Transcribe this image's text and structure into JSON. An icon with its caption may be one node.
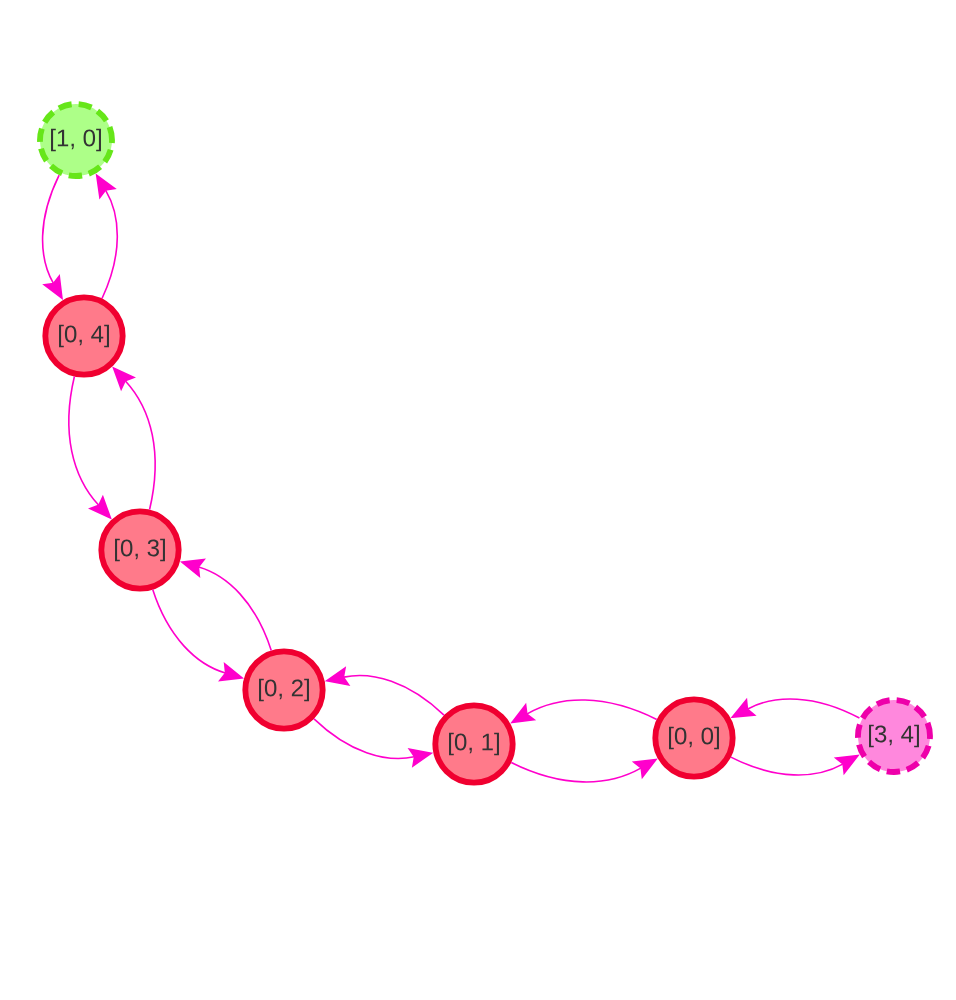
{
  "diagram": {
    "nodes": [
      {
        "text": [
          "[1, 0]"
        ]
      },
      {
        "text": [
          "[0, 4]"
        ]
      },
      {
        "text": [
          "[0, 3]"
        ]
      },
      {
        "text": [
          "[0, 2]"
        ]
      },
      {
        "text": [
          "[0, 1]"
        ]
      },
      {
        "text": [
          "[0, 0]"
        ]
      },
      {
        "text": [
          "[3, 4]"
        ]
      }
    ],
    "edges": [
      {
        "from": 0,
        "to": 1,
        "arrow": "to"
      },
      {
        "from": 1,
        "to": 0,
        "arrow": "to"
      },
      {
        "from": 1,
        "to": 2,
        "arrow": "to"
      },
      {
        "from": 2,
        "to": 1,
        "arrow": "to"
      },
      {
        "from": 2,
        "to": 3,
        "arrow": "to"
      },
      {
        "from": 3,
        "to": 2,
        "arrow": "to"
      },
      {
        "from": 3,
        "to": 4,
        "arrow": "to"
      },
      {
        "from": 4,
        "to": 3,
        "arrow": "to"
      },
      {
        "from": 4,
        "to": 5,
        "arrow": "to"
      },
      {
        "from": 5,
        "to": 4,
        "arrow": "to"
      },
      {
        "from": 5,
        "to": 6,
        "arrow": "to"
      },
      {
        "from": 6,
        "to": 5,
        "arrow": "to"
      }
    ]
  }
}
